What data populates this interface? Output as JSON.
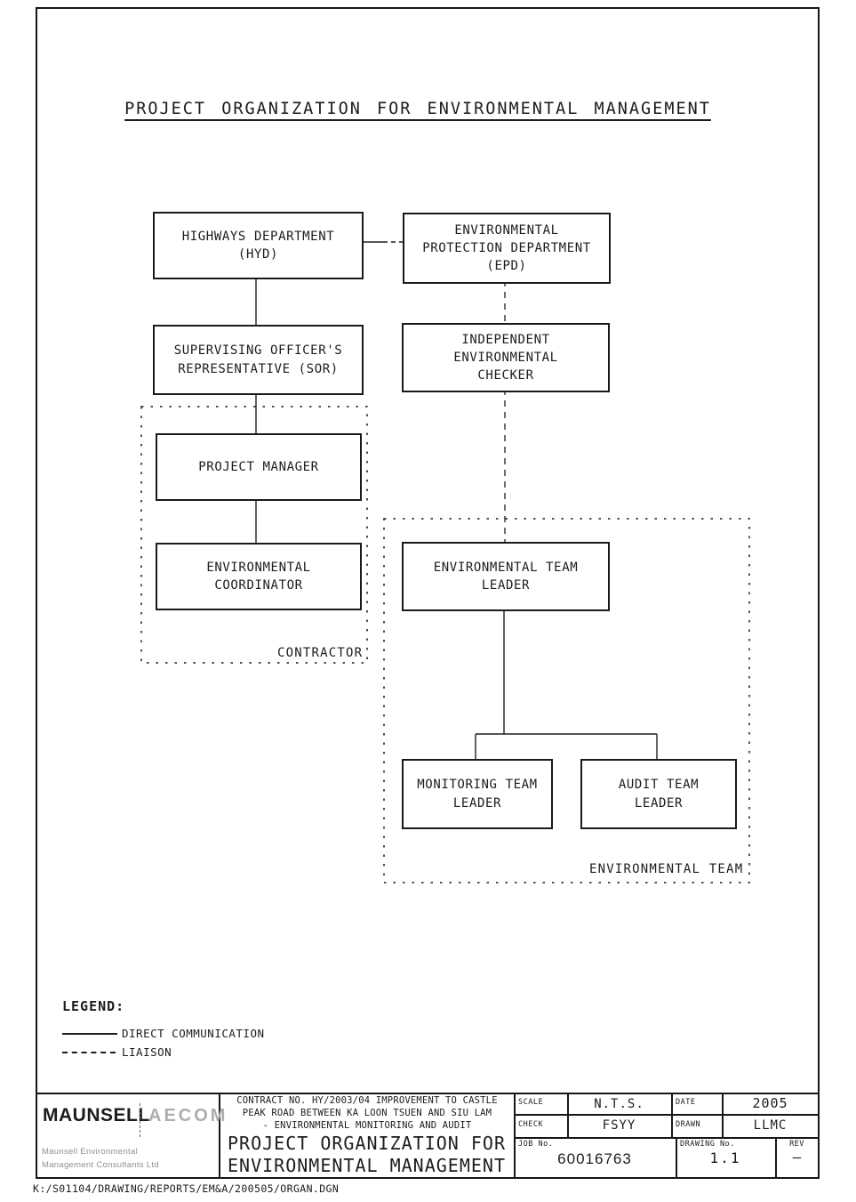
{
  "page": {
    "title": "PROJECT ORGANIZATION FOR ENVIRONMENTAL MANAGEMENT",
    "file_path": "K:/S01104/DRAWING/REPORTS/EM&A/200505/ORGAN.DGN"
  },
  "colors": {
    "ink": "#1c1c1c",
    "muted_gray": "#8f8f8f"
  },
  "chart": {
    "boxes": [
      {
        "id": "hyd",
        "lines": [
          "HIGHWAYS DEPARTMENT",
          "(HYD)"
        ]
      },
      {
        "id": "epd",
        "lines": [
          "ENVIRONMENTAL",
          "PROTECTION DEPARTMENT",
          "(EPD)"
        ]
      },
      {
        "id": "sor",
        "lines": [
          "SUPERVISING OFFICER'S",
          "REPRESENTATIVE (SOR)"
        ]
      },
      {
        "id": "iec",
        "lines": [
          "INDEPENDENT",
          "ENVIRONMENTAL",
          "CHECKER"
        ]
      },
      {
        "id": "pm",
        "lines": [
          "PROJECT MANAGER"
        ]
      },
      {
        "id": "ec",
        "lines": [
          "ENVIRONMENTAL",
          "COORDINATOR"
        ]
      },
      {
        "id": "etl",
        "lines": [
          "ENVIRONMENTAL TEAM",
          "LEADER"
        ]
      },
      {
        "id": "mtl",
        "lines": [
          "MONITORING TEAM",
          "LEADER"
        ]
      },
      {
        "id": "atl",
        "lines": [
          "AUDIT TEAM",
          "LEADER"
        ]
      }
    ],
    "groups": [
      {
        "id": "contractor",
        "label": "CONTRACTOR"
      },
      {
        "id": "env-team",
        "label": "ENVIRONMENTAL TEAM"
      }
    ],
    "connections": [
      {
        "from": "hyd",
        "to": "epd",
        "type": "liaison"
      },
      {
        "from": "hyd",
        "to": "sor",
        "type": "direct"
      },
      {
        "from": "sor",
        "to": "pm",
        "type": "direct"
      },
      {
        "from": "pm",
        "to": "ec",
        "type": "direct"
      },
      {
        "from": "epd",
        "to": "iec",
        "type": "liaison"
      },
      {
        "from": "iec",
        "to": "etl",
        "type": "liaison"
      },
      {
        "from": "etl",
        "to": "mtl",
        "type": "direct"
      },
      {
        "from": "etl",
        "to": "atl",
        "type": "direct"
      }
    ]
  },
  "legend": {
    "heading": "LEGEND:",
    "items": [
      {
        "line_style": "solid",
        "label": "DIRECT COMMUNICATION"
      },
      {
        "line_style": "dashed",
        "label": "LIAISON"
      }
    ]
  },
  "title_block": {
    "logo": {
      "primary": "MAUNSELL",
      "secondary": "AECOM",
      "company_line1": "Maunsell Environmental",
      "company_line2": "Management Consultants Ltd"
    },
    "contract_lines": [
      "CONTRACT NO. HY/2003/04 IMPROVEMENT TO CASTLE",
      "PEAK ROAD BETWEEN KA LOON TSUEN AND SIU LAM",
      "- ENVIRONMENTAL MONITORING AND AUDIT"
    ],
    "drawing_title_line1": "PROJECT ORGANIZATION FOR",
    "drawing_title_line2": "ENVIRONMENTAL MANAGEMENT",
    "fields": {
      "scale_label": "SCALE",
      "scale_value": "N.T.S.",
      "date_label": "DATE",
      "date_value": "2005",
      "check_label": "CHECK",
      "check_value": "FSYY",
      "drawn_label": "DRAWN",
      "drawn_value": "LLMC",
      "job_label": "JOB No.",
      "job_value": "60016763",
      "drawing_no_label": "DRAWING No.",
      "drawing_no_value": "1.1",
      "rev_label": "REV",
      "rev_value": "–"
    }
  }
}
